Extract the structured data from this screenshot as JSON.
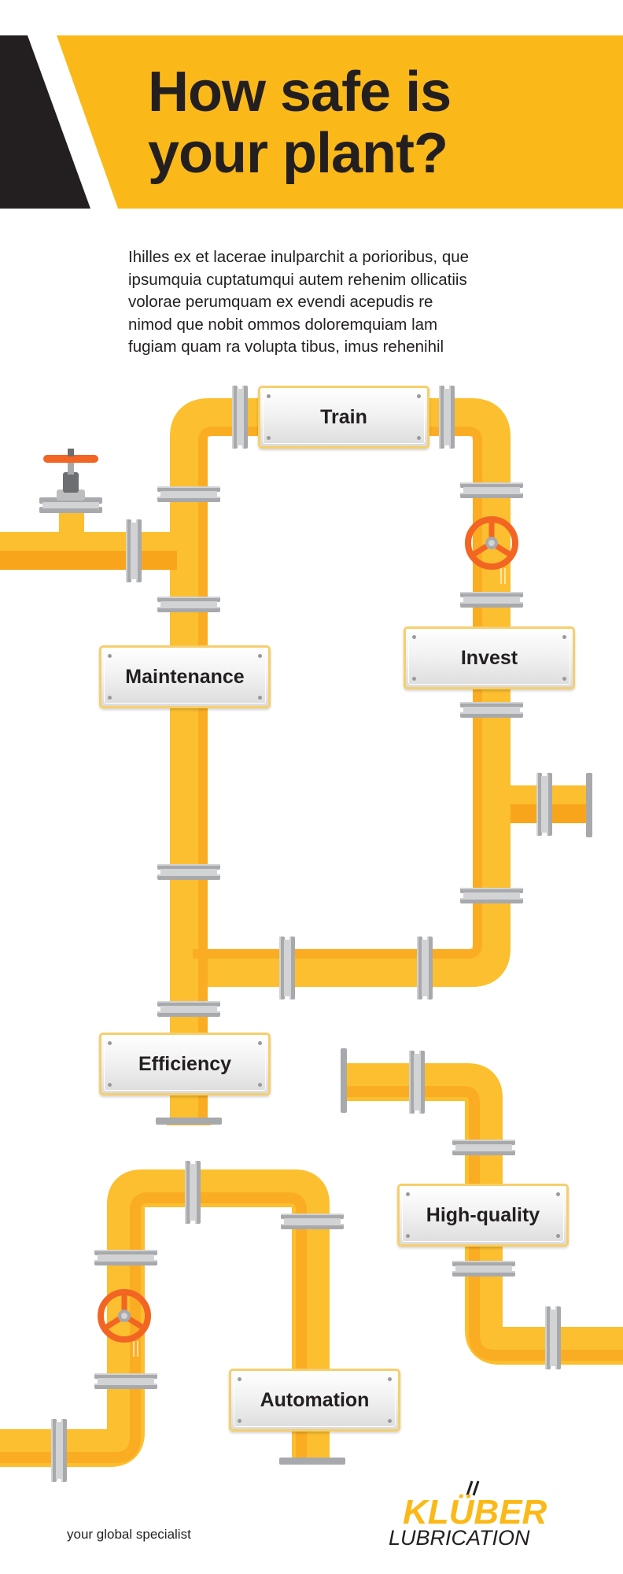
{
  "header": {
    "title": "How safe is\nyour plant?"
  },
  "intro": {
    "text": "Ihilles ex et lacerae inulparchit a porioribus, que\nipsumquia cuptatumqui autem rehenim ollicatiis\nvolorae perumquam ex evendi acepudis re\nnimod que nobit ommos doloremquiam lam\nfugiam quam ra volupta tibus, imus rehenihil"
  },
  "signs": {
    "train": "Train",
    "invest": "Invest",
    "maintenance": "Maintenance",
    "efficiency": "Efficiency",
    "high_quality": "High-quality",
    "automation": "Automation"
  },
  "footer": {
    "tagline": "your global specialist",
    "logo_top": "KLÜBER",
    "logo_bottom": "LUBRICATION"
  },
  "colors": {
    "brand_yellow": "#fbb919",
    "pipe_yellow": "#fcbf2f",
    "pipe_shade": "#f9a51c",
    "valve_orange": "#f26522",
    "dark": "#231f20",
    "flange_gray": "#a7a9ac"
  },
  "icons": [
    "gate-valve-icon",
    "wheel-valve-icon",
    "kluber-logo"
  ]
}
